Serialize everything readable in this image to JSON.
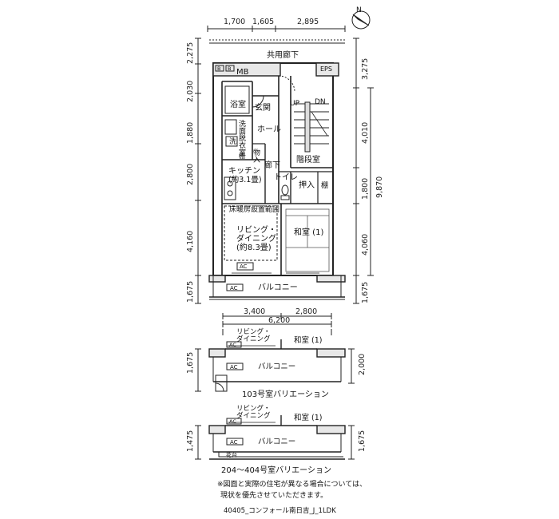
{
  "north": {
    "label": "N"
  },
  "top_dims": [
    "1,700",
    "1,605",
    "2,895"
  ],
  "left_dims": [
    "2,275",
    "2,030",
    "1,880",
    "2,800",
    "4,160",
    "1,675"
  ],
  "right_dims": {
    "r1": "3,275",
    "r2": "4,010",
    "r3": "1,800",
    "r4": "4,060",
    "total": "9,870",
    "r5": "1,675"
  },
  "bottom_dims": {
    "a": "3,400",
    "b": "2,800",
    "total": "6,200"
  },
  "rooms": {
    "corridor": "共用廊下",
    "mb": "MB",
    "b1": "B",
    "b2": "B",
    "eps": "EPS",
    "bath": "浴室",
    "entrance": "玄関",
    "washroom": "洗面脱衣室",
    "hall": "ホール",
    "up": "UP",
    "dn": "DN",
    "wash": "洗",
    "shelf": "棚",
    "storage": "物入",
    "hallway": "廊下",
    "stairs": "階段室",
    "kitchen": "キッチン",
    "kitchen_size": "(約3.1畳)",
    "toilet": "トイレ",
    "oshiire": "押入",
    "shelf2": "棚",
    "floor_heating": "床暖房設置範囲",
    "living1": "リビング・",
    "living2": "ダイニング",
    "living_size": "(約8.3畳)",
    "washitsu": "和室 (1)",
    "ac": "AC",
    "balcony": "バルコニー",
    "ac_balcony": "AC"
  },
  "variation_103": {
    "living1": "リビング・",
    "living2": "ダイニング",
    "ac": "AC",
    "washitsu": "和室 (1)",
    "balcony": "バルコニー",
    "ac_balcony": "AC",
    "dim_left": "1,675",
    "dim_right": "2,000",
    "caption": "103号室バリエーション"
  },
  "variation_204": {
    "living1": "リビング・",
    "living2": "ダイニング",
    "ac": "AC",
    "washitsu": "和室 (1)",
    "balcony": "バルコニー",
    "ac_balcony": "AC",
    "planter": "花台",
    "dim_left": "1,475",
    "dim_right": "1,675",
    "caption": "204～404号室バリエーション"
  },
  "notes": {
    "line1": "※図面と実際の住宅が異なる場合については、",
    "line2": "現状を優先させていただきます。"
  },
  "footer": "40405_コンフォール南日吉_J_1LDK"
}
